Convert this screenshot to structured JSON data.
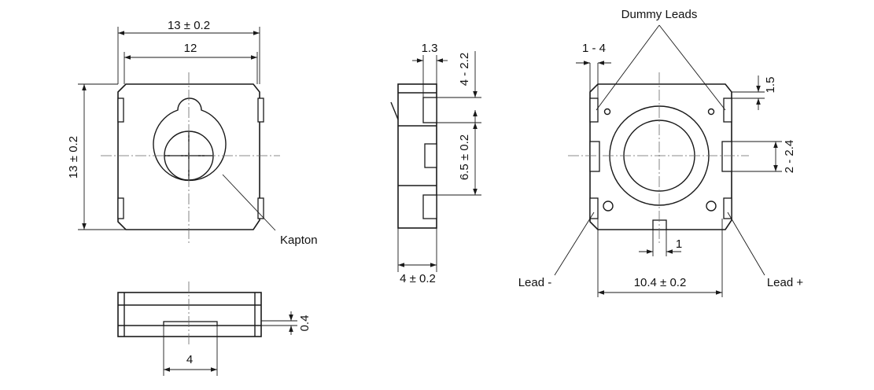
{
  "labels": {
    "top_width": "13 ± 0.2",
    "top_inner_width": "12",
    "top_height": "13 ± 0.2",
    "kapton": "Kapton",
    "bottom_width": "4",
    "bottom_thick": "0.4",
    "side_width": "1.3",
    "side_lead1": "4 - 2.2",
    "side_pitch": "6.5 ± 0.2",
    "side_depth": "4 ± 0.2",
    "dummy_leads": "Dummy Leads",
    "lead_width": "1 - 4",
    "lead_len": "1.5",
    "lead_span": "2 - 2.4",
    "gap": "1",
    "lead_minus": "Lead -",
    "lead_plus": "Lead +",
    "pitch": "10.4 ± 0.2"
  },
  "colors": {
    "line": "#1a1a1a",
    "background": "#ffffff"
  }
}
